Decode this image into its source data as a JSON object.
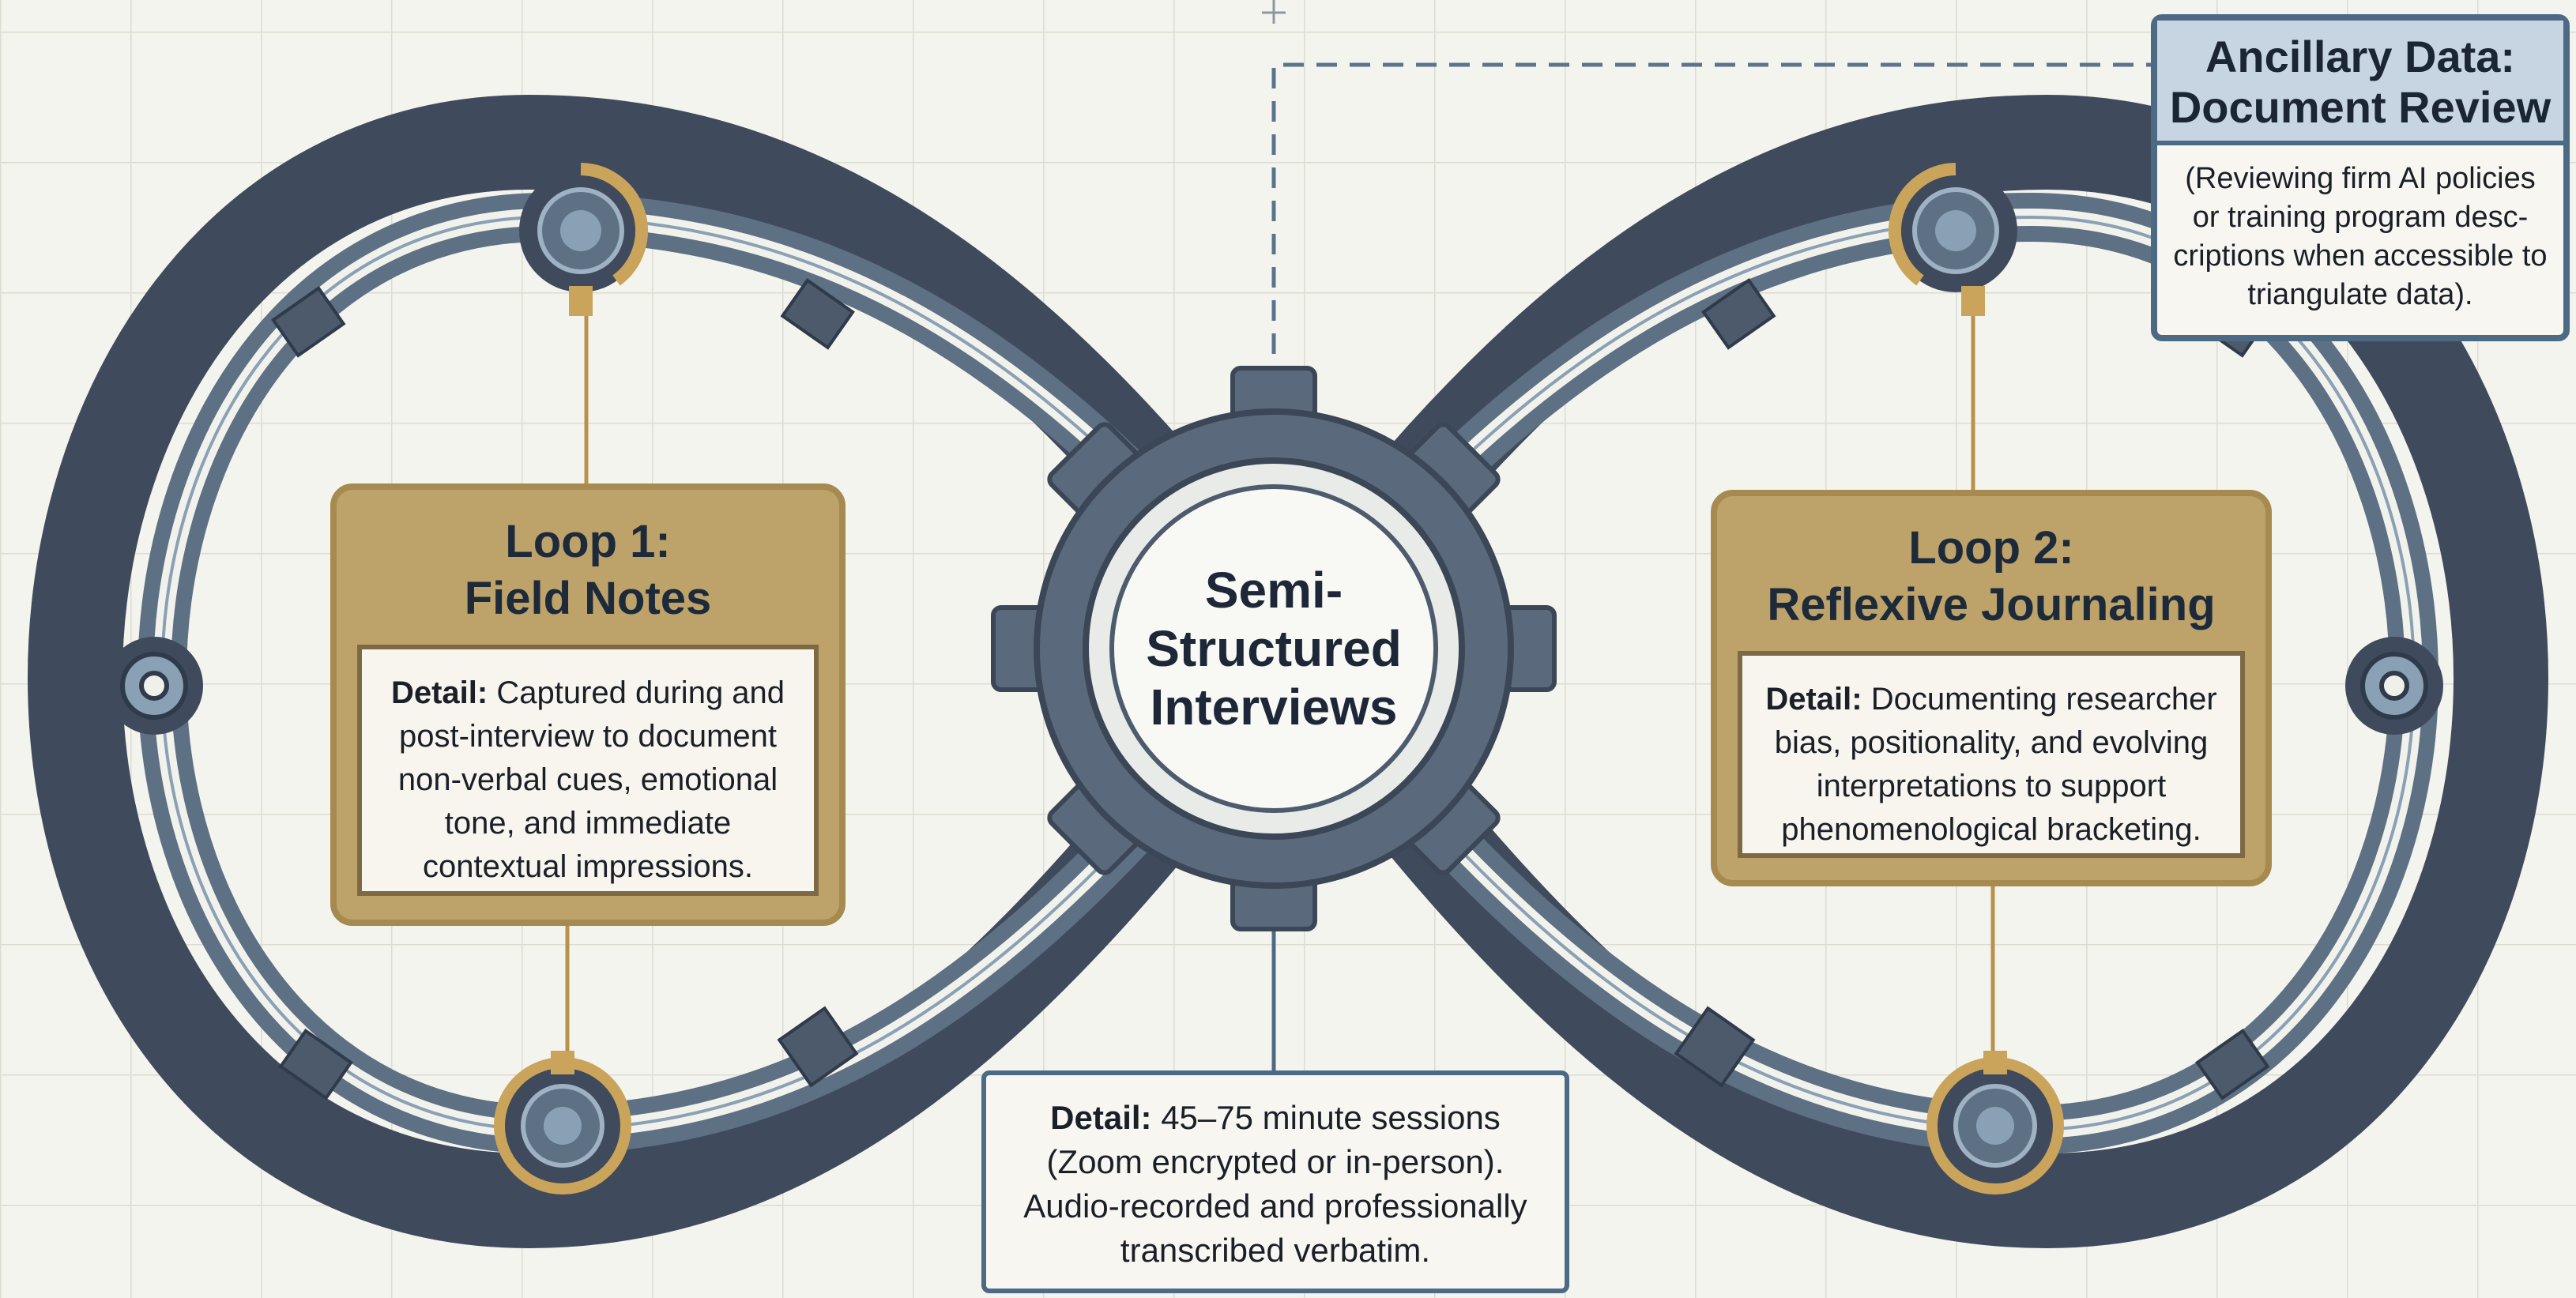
{
  "hub": {
    "title": "Semi-Structured Interviews",
    "line1": "Semi-",
    "line2": "Structured",
    "line3": "Interviews"
  },
  "loop1": {
    "title_line1": "Loop 1:",
    "title_line2": "Field Notes",
    "detail_label": "Detail:",
    "detail_text": "Captured during and post-interview to document non-verbal cues, emotional tone, and immediate contextual impressions."
  },
  "loop2": {
    "title_line1": "Loop 2:",
    "title_line2": "Reflexive Journaling",
    "detail_label": "Detail:",
    "detail_text": "Documenting researcher bias, positionality, and evolving interpretations to support phenomenological bracketing."
  },
  "interview_detail": {
    "detail_label": "Detail:",
    "detail_text": "45–75 minute sessions (Zoom encrypted or in-person). Audio-recorded and professionally transcribed verbatim."
  },
  "ancillary": {
    "title_line1": "Ancillary Data:",
    "title_line2": "Document Review",
    "body": "(Reviewing firm AI policies or training program desc-criptions when accessible to triangulate data)."
  },
  "colors": {
    "background": "#f4f4ef",
    "track_dark": "#3f4a5c",
    "track_steel": "#5e7083",
    "gold_accent": "#c9a45a",
    "gold_box": "#bda26a",
    "blue_border": "#4d6a85",
    "gear": "#5a6a7c"
  },
  "icons": [
    "gear-icon",
    "hinge-node-icon",
    "bearing-icon"
  ]
}
